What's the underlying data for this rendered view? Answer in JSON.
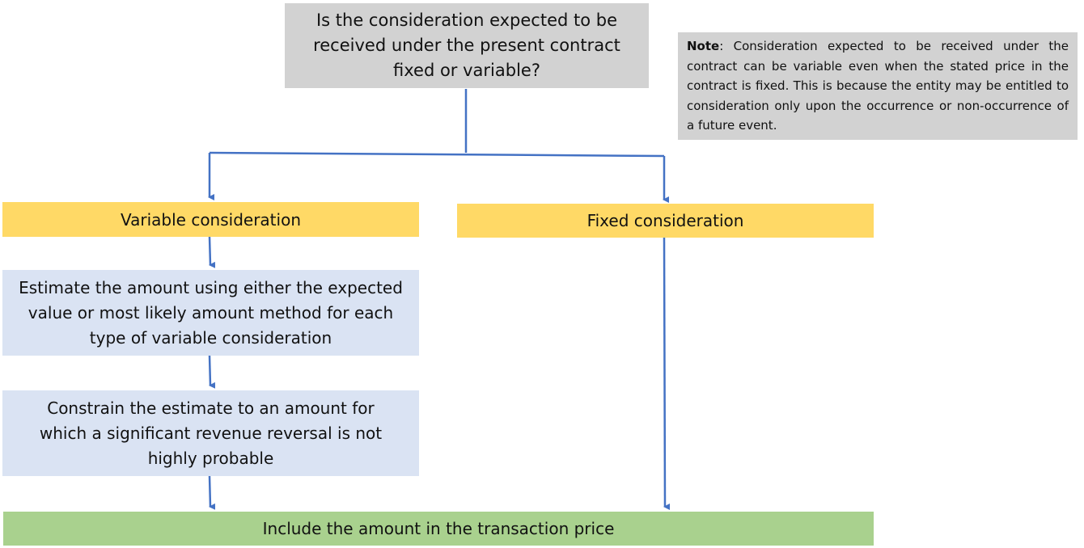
{
  "diagram": {
    "question": "Is the consideration expected to be received under the present contract fixed or variable?",
    "note": {
      "title": "Note",
      "text": ": Consideration expected to be received under the contract can be variable even when the stated price in the contract is fixed. This is because the entity may be entitled to consideration only upon the occurrence or non-occurrence of a future event."
    },
    "variable": "Variable consideration",
    "fixed": "Fixed consideration",
    "estimate": "Estimate the amount using either the expected value or most likely amount method for each type of variable consideration",
    "constrain": "Constrain the estimate to an amount for which a significant revenue reversal is not highly probable",
    "include": "Include the amount in the transaction price"
  },
  "colors": {
    "question_fill": "#d2d2d2",
    "note_fill": "#d2d2d2",
    "decision_fill": "#ffd966",
    "step_fill": "#dae3f3",
    "result_fill": "#a9d18e",
    "connector": "#4472c4"
  }
}
